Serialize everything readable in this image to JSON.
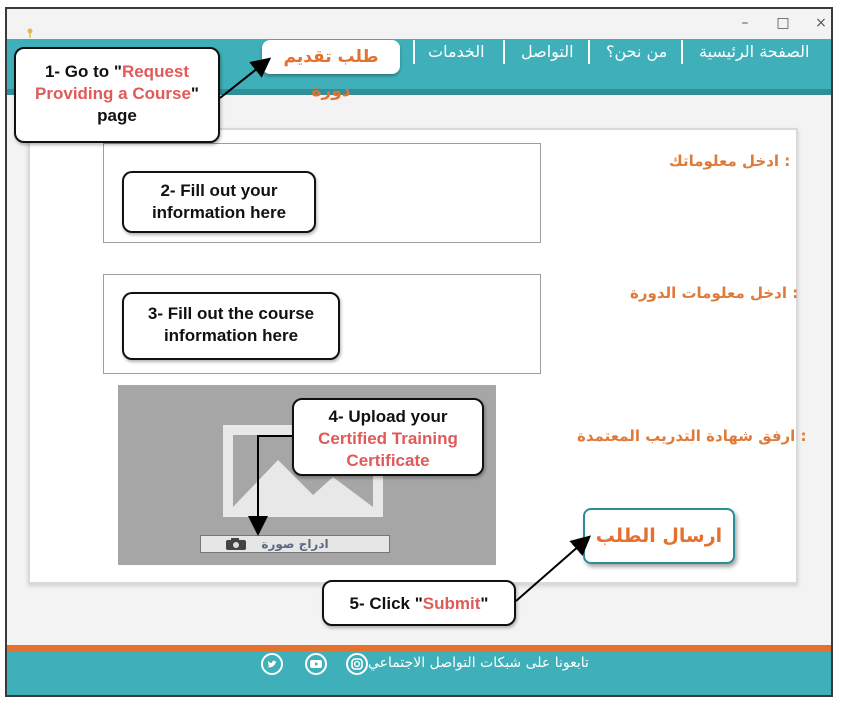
{
  "window_controls": {
    "minimize": "–",
    "maximize": "□",
    "close": "×"
  },
  "nav": {
    "home": "الصفحة الرئيسية",
    "about": "من نحن؟",
    "contact": "التواصل",
    "services": "الخدمات",
    "request_course": "طلب تقديم دورة"
  },
  "form": {
    "your_info_label": "ادخل معلوماتك :",
    "course_info_label": "ادخل معلومات الدورة :",
    "certificate_label": "ارفق شهادة التدريب المعتمدة :",
    "upload_button": "ادراج صورة",
    "submit_button": "ارسال الطلب"
  },
  "footer": {
    "follow_text": "تابعونا على شبكات التواصل الاجتماعي"
  },
  "callouts": {
    "c1_pre": "1- Go to \"",
    "c1_hl": "Request Providing a Course",
    "c1_post": "\" page",
    "c2": "2- Fill out your information here",
    "c3": "3- Fill out the course information here",
    "c4_pre": "4- Upload your",
    "c4_hl": "Certified Training Certificate",
    "c5_pre": "5- Click \"",
    "c5_hl": "Submit",
    "c5_post": "\""
  },
  "colors": {
    "teal": "#3fb0b9",
    "orange": "#e4712d",
    "highlight_red": "#e05a57"
  }
}
